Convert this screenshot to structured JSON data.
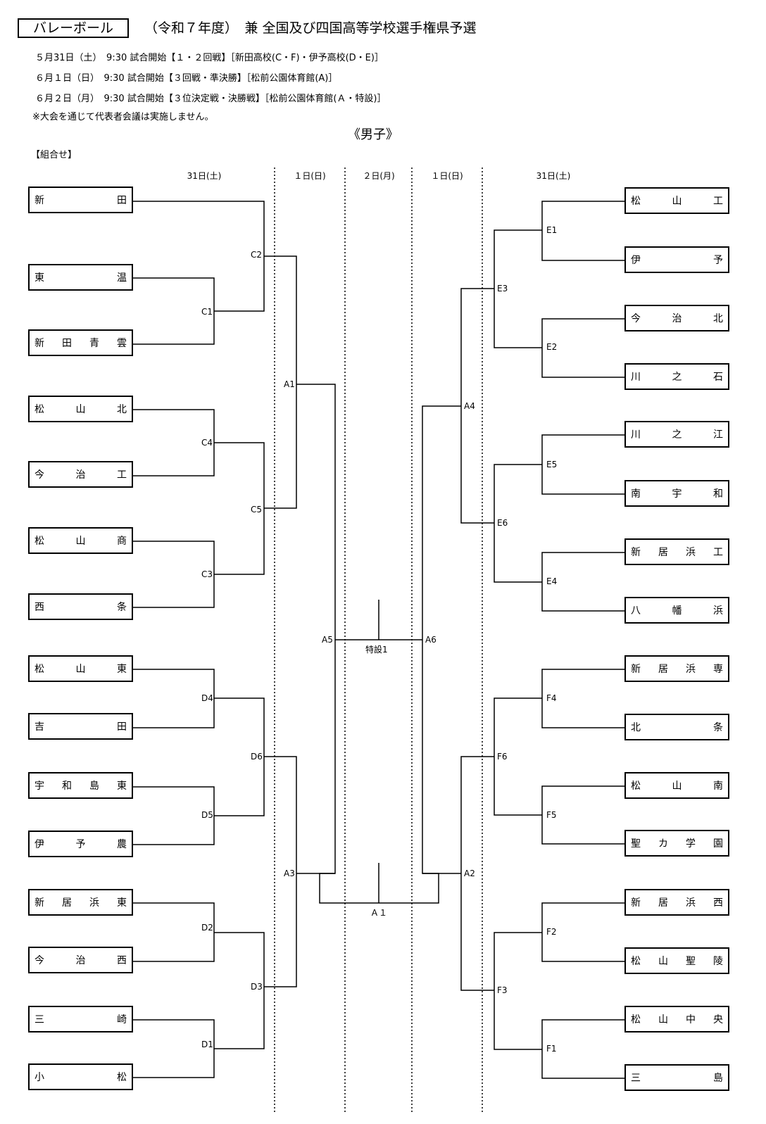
{
  "header": {
    "sport_label": "バレーボール",
    "main_title": "（令和７年度）　兼 全国及び四国高等学校選手権県予選"
  },
  "schedule": [
    "５月31日（土）　9:30 試合開始【１・２回戦】［新田高校(C・F)・伊予高校(D・E)］",
    "６月１日（日）　9:30 試合開始【３回戦・準決勝】［松前公園体育館(A)］",
    "６月２日（月）　9:30 試合開始【３位決定戦・決勝戦】［松前公園体育館(Ａ・特設)］",
    "※大会を通じて代表者会議は実施しません。"
  ],
  "division": "《男子》",
  "kumiawase": "【組合せ】",
  "columns": [
    "31日(土)",
    "１日(日)",
    "２日(月)",
    "１日(日)",
    "31日(土)"
  ],
  "left_teams": [
    [
      "新",
      "田"
    ],
    [
      "東",
      "温"
    ],
    [
      "新",
      "田",
      "青",
      "雲"
    ],
    [
      "松",
      "山",
      "北"
    ],
    [
      "今",
      "治",
      "工"
    ],
    [
      "松",
      "山",
      "商"
    ],
    [
      "西",
      "条"
    ],
    [
      "松",
      "山",
      "東"
    ],
    [
      "吉",
      "田"
    ],
    [
      "宇",
      "和",
      "島",
      "東"
    ],
    [
      "伊",
      "予",
      "農"
    ],
    [
      "新",
      "居",
      "浜",
      "東"
    ],
    [
      "今",
      "治",
      "西"
    ],
    [
      "三",
      "崎"
    ],
    [
      "小",
      "松"
    ]
  ],
  "right_teams": [
    [
      "松",
      "山",
      "工"
    ],
    [
      "伊",
      "予"
    ],
    [
      "今",
      "治",
      "北"
    ],
    [
      "川",
      "之",
      "石"
    ],
    [
      "川",
      "之",
      "江"
    ],
    [
      "南",
      "宇",
      "和"
    ],
    [
      "新",
      "居",
      "浜",
      "工"
    ],
    [
      "八",
      "幡",
      "浜"
    ],
    [
      "新",
      "居",
      "浜",
      "専"
    ],
    [
      "北",
      "条"
    ],
    [
      "松",
      "山",
      "南"
    ],
    [
      "聖",
      "カ",
      "学",
      "園"
    ],
    [
      "新",
      "居",
      "浜",
      "西"
    ],
    [
      "松",
      "山",
      "聖",
      "陵"
    ],
    [
      "松",
      "山",
      "中",
      "央"
    ],
    [
      "三",
      "島"
    ]
  ],
  "match_labels": {
    "C1": "C1",
    "C2": "C2",
    "C3": "C3",
    "C4": "C4",
    "C5": "C5",
    "D1": "D1",
    "D2": "D2",
    "D3": "D3",
    "D4": "D4",
    "D5": "D5",
    "D6": "D6",
    "E1": "E1",
    "E2": "E2",
    "E3": "E3",
    "E4": "E4",
    "E5": "E5",
    "E6": "E6",
    "F1": "F1",
    "F2": "F2",
    "F3": "F3",
    "F4": "F4",
    "F5": "F5",
    "F6": "F6",
    "A1": "A1",
    "A2": "A2",
    "A3": "A3",
    "A4": "A4",
    "A5": "A5",
    "A6": "A6"
  },
  "venue_special": "特設1",
  "venue_final": "Ａ１"
}
